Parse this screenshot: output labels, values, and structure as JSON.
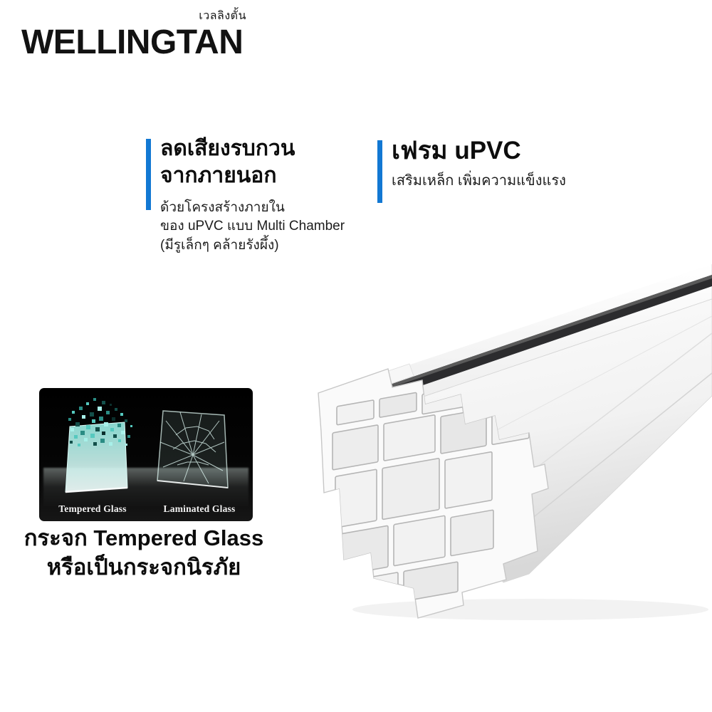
{
  "brand": {
    "name_thai": "เวลลิงตั้น",
    "name_en": "WELLINGTAN"
  },
  "features": [
    {
      "title_lines": [
        "ลดเสียงรบกวน",
        "จากภายนอก"
      ],
      "body_lines": [
        "ด้วยโครงสร้างภายใน",
        "ของ uPVC แบบ Multi Chamber",
        "(มีรูเล็กๆ คล้ายรังผึ้ง)"
      ]
    },
    {
      "title_lines": [
        "เฟรม uPVC"
      ],
      "body_lines": [
        "เสริมเหล็ก เพิ่มความแข็งแรง"
      ]
    }
  ],
  "glass_section": {
    "labels": [
      "Tempered Glass",
      "Laminated Glass"
    ],
    "caption_lines": [
      "กระจก Tempered Glass",
      "หรือเป็นกระจกนิรภัย"
    ]
  },
  "product_image": "white-upvc-multi-chamber-profile-render",
  "colors": {
    "accent_blue": "#1278d3",
    "text_black": "#111111",
    "glass_teal": "#56c9bf",
    "gasket_dark": "#2c2c2e",
    "background": "#ffffff"
  }
}
